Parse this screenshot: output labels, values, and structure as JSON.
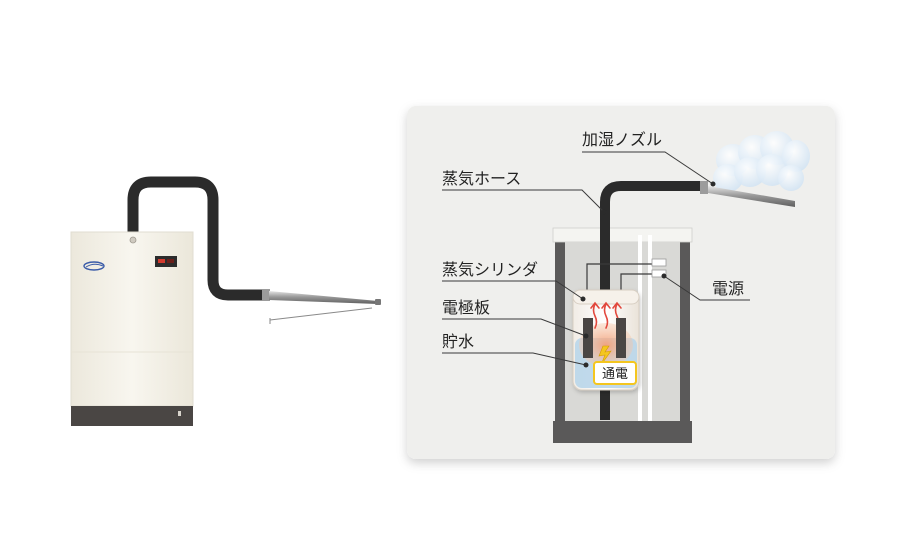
{
  "diagram": {
    "labels": {
      "nozzle": "加湿ノズル",
      "hose": "蒸気ホース",
      "cylinder": "蒸気シリンダ",
      "electrode": "電極板",
      "water": "貯水",
      "power": "電源",
      "current": "通電"
    }
  },
  "colors": {
    "panel": "#efefed",
    "hose": "#2b2b2b",
    "cabinet_frame": "#5a5959",
    "cabinet_inner": "#d9d9d6",
    "unit_body": "#f5f2e8",
    "unit_base": "#4a4644",
    "water": "#b9d6ea",
    "accent_red": "#e2483d",
    "bolt_yellow": "#f4c61f"
  }
}
